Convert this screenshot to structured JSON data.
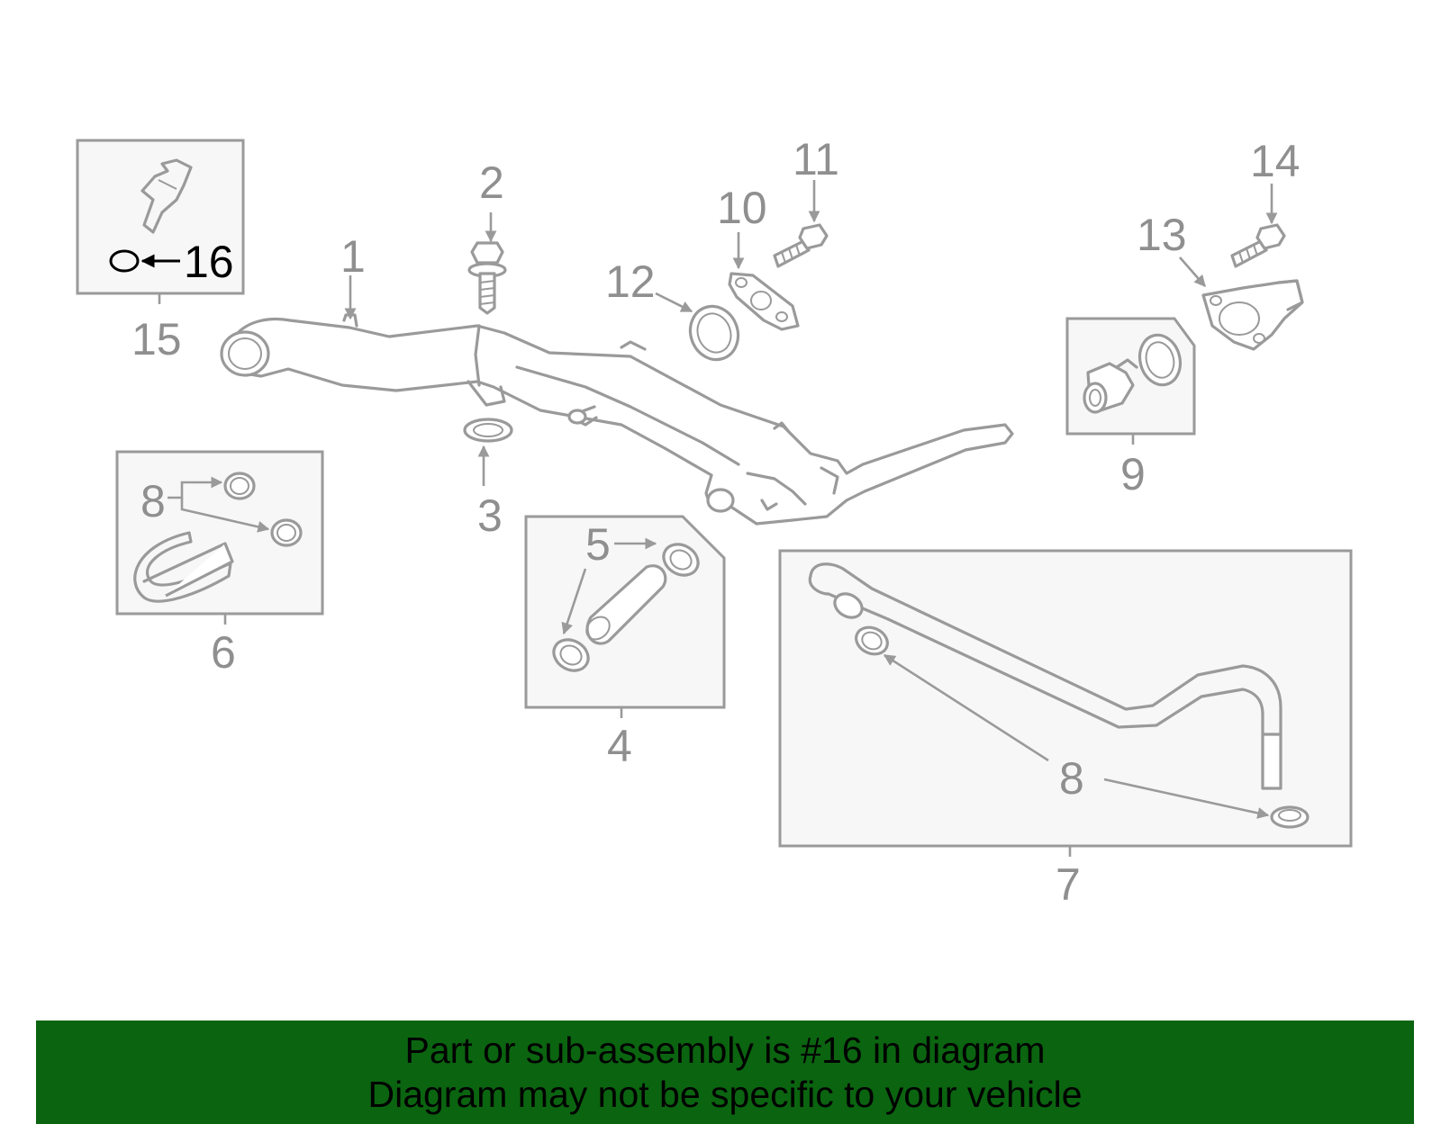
{
  "callouts": {
    "c1": "1",
    "c2": "2",
    "c3": "3",
    "c4": "4",
    "c5": "5",
    "c6": "6",
    "c7": "7",
    "c8a": "8",
    "c8b": "8",
    "c9": "9",
    "c10": "10",
    "c11": "11",
    "c12": "12",
    "c13": "13",
    "c14": "14",
    "c15": "15",
    "c16": "16"
  },
  "highlight_color": "#000000",
  "line_color": "#9a9a9a",
  "banner": {
    "line1": "Part or sub-assembly is #16 in diagram",
    "line2": "Diagram may not be specific to your vehicle",
    "color": "#0b6410"
  }
}
